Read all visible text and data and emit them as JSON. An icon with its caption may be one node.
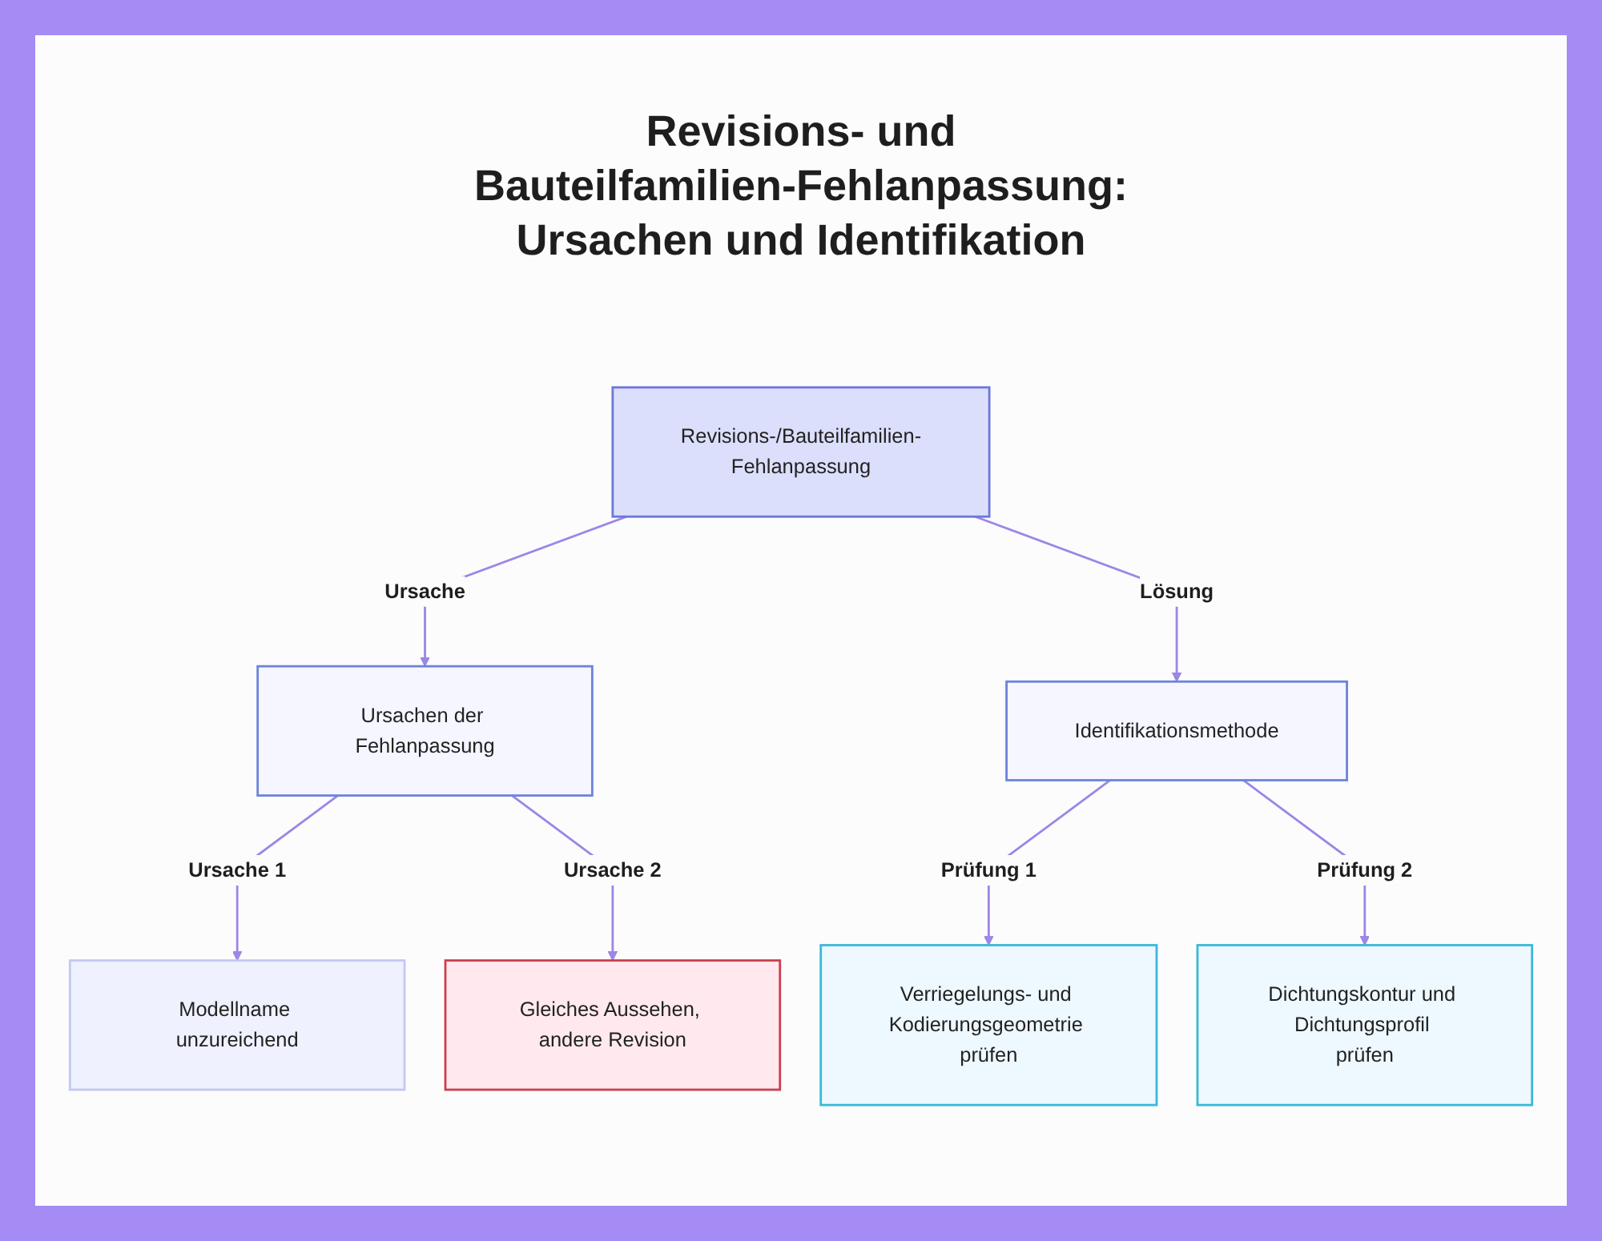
{
  "diagram": {
    "title": "Revisions- und Bauteilfamilien-Fehlanpassung: Ursachen und Identifikation",
    "nodes": [
      {
        "text": [
          "Revisions-/Bauteilfamilien-Fehlanpassung"
        ]
      },
      {
        "text": [
          "Ursachen der Fehlanpassung"
        ]
      },
      {
        "text": [
          "Identifikationsmethode"
        ]
      },
      {
        "text": [
          "Modellname unzureichend"
        ]
      },
      {
        "text": [
          "Gleiches Aussehen, andere Revision"
        ]
      },
      {
        "text": [
          "Verriegelungs- und Kodierungsgeometrie prüfen"
        ]
      },
      {
        "text": [
          "Dichtungskontur und Dichtungsprofil prüfen"
        ]
      }
    ],
    "edges": [
      {
        "from": 0,
        "to": 1,
        "arrow": "to",
        "label": "Ursache"
      },
      {
        "from": 0,
        "to": 2,
        "arrow": "to",
        "label": "Lösung"
      },
      {
        "from": 1,
        "to": 3,
        "arrow": "to",
        "label": "Ursache 1"
      },
      {
        "from": 1,
        "to": 4,
        "arrow": "to",
        "label": "Ursache 2"
      },
      {
        "from": 2,
        "to": 5,
        "arrow": "to",
        "label": "Prüfung 1"
      },
      {
        "from": 2,
        "to": 6,
        "arrow": "to",
        "label": "Prüfung 2"
      }
    ]
  }
}
